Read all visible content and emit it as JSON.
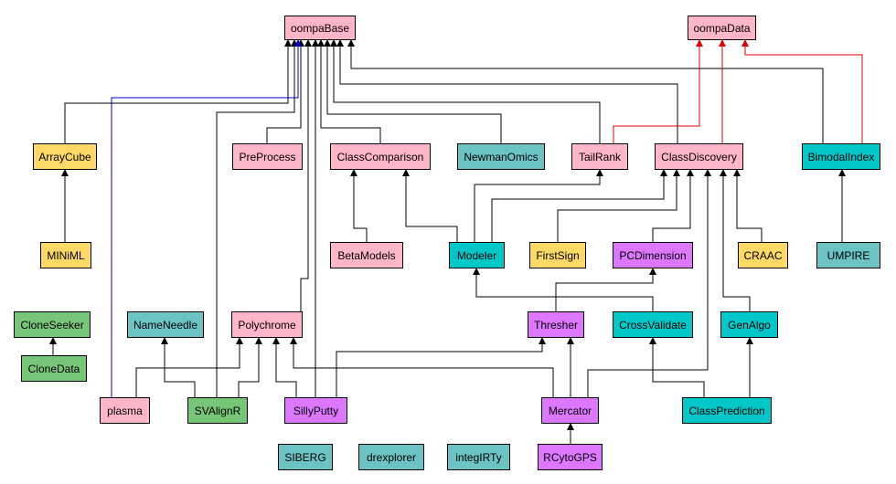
{
  "colors": {
    "pink": "#ffb6c8",
    "yellow": "#ffd966",
    "teal": "#6cc3c3",
    "cyan": "#00c8c8",
    "magenta": "#dd77ff",
    "green": "#77c577",
    "edge_black": "#000000",
    "edge_red": "#e00000",
    "edge_blue": "#0000cc"
  },
  "nodes": [
    {
      "id": "oompaBase",
      "label": "oompaBase",
      "color": "pink"
    },
    {
      "id": "oompaData",
      "label": "oompaData",
      "color": "pink"
    },
    {
      "id": "ArrayCube",
      "label": "ArrayCube",
      "color": "yellow"
    },
    {
      "id": "PreProcess",
      "label": "PreProcess",
      "color": "pink"
    },
    {
      "id": "ClassComparison",
      "label": "ClassComparison",
      "color": "pink"
    },
    {
      "id": "NewmanOmics",
      "label": "NewmanOmics",
      "color": "teal"
    },
    {
      "id": "TailRank",
      "label": "TailRank",
      "color": "pink"
    },
    {
      "id": "ClassDiscovery",
      "label": "ClassDiscovery",
      "color": "pink"
    },
    {
      "id": "BimodalIndex",
      "label": "BimodalIndex",
      "color": "cyan"
    },
    {
      "id": "MINiML",
      "label": "MINiML",
      "color": "yellow"
    },
    {
      "id": "BetaModels",
      "label": "BetaModels",
      "color": "pink"
    },
    {
      "id": "Modeler",
      "label": "Modeler",
      "color": "cyan"
    },
    {
      "id": "FirstSign",
      "label": "FirstSign",
      "color": "yellow"
    },
    {
      "id": "PCDimension",
      "label": "PCDimension",
      "color": "magenta"
    },
    {
      "id": "CRAAC",
      "label": "CRAAC",
      "color": "yellow"
    },
    {
      "id": "UMPIRE",
      "label": "UMPIRE",
      "color": "teal"
    },
    {
      "id": "CloneSeeker",
      "label": "CloneSeeker",
      "color": "green"
    },
    {
      "id": "CloneData",
      "label": "CloneData",
      "color": "green"
    },
    {
      "id": "NameNeedle",
      "label": "NameNeedle",
      "color": "teal"
    },
    {
      "id": "Polychrome",
      "label": "Polychrome",
      "color": "pink"
    },
    {
      "id": "Thresher",
      "label": "Thresher",
      "color": "magenta"
    },
    {
      "id": "CrossValidate",
      "label": "CrossValidate",
      "color": "cyan"
    },
    {
      "id": "GenAlgo",
      "label": "GenAlgo",
      "color": "cyan"
    },
    {
      "id": "plasma",
      "label": "plasma",
      "color": "pink"
    },
    {
      "id": "SVAlignR",
      "label": "SVAlignR",
      "color": "green"
    },
    {
      "id": "SillyPutty",
      "label": "SillyPutty",
      "color": "magenta"
    },
    {
      "id": "Mercator",
      "label": "Mercator",
      "color": "magenta"
    },
    {
      "id": "ClassPrediction",
      "label": "ClassPrediction",
      "color": "cyan"
    },
    {
      "id": "SIBERG",
      "label": "SIBERG",
      "color": "teal"
    },
    {
      "id": "drexplorer",
      "label": "drexplorer",
      "color": "teal"
    },
    {
      "id": "integIRTy",
      "label": "integIRTy",
      "color": "teal"
    },
    {
      "id": "RCytoGPS",
      "label": "RCytoGPS",
      "color": "magenta"
    }
  ],
  "edges": [
    {
      "from": "ArrayCube",
      "to": "oompaBase",
      "color": "edge_black"
    },
    {
      "from": "PreProcess",
      "to": "oompaBase",
      "color": "edge_black"
    },
    {
      "from": "ClassComparison",
      "to": "oompaBase",
      "color": "edge_black"
    },
    {
      "from": "NewmanOmics",
      "to": "oompaBase",
      "color": "edge_black"
    },
    {
      "from": "TailRank",
      "to": "oompaBase",
      "color": "edge_black"
    },
    {
      "from": "ClassDiscovery",
      "to": "oompaBase",
      "color": "edge_black"
    },
    {
      "from": "BimodalIndex",
      "to": "oompaBase",
      "color": "edge_black"
    },
    {
      "from": "Polychrome",
      "to": "oompaBase",
      "color": "edge_black"
    },
    {
      "from": "SVAlignR",
      "to": "oompaBase",
      "color": "edge_black"
    },
    {
      "from": "SillyPutty",
      "to": "oompaBase",
      "color": "edge_black"
    },
    {
      "from": "plasma",
      "to": "oompaBase",
      "color": "edge_blue"
    },
    {
      "from": "TailRank",
      "to": "oompaData",
      "color": "edge_red"
    },
    {
      "from": "ClassDiscovery",
      "to": "oompaData",
      "color": "edge_red"
    },
    {
      "from": "BimodalIndex",
      "to": "oompaData",
      "color": "edge_red"
    },
    {
      "from": "MINiML",
      "to": "ArrayCube",
      "color": "edge_black"
    },
    {
      "from": "BetaModels",
      "to": "ClassComparison",
      "color": "edge_black"
    },
    {
      "from": "Modeler",
      "to": "ClassComparison",
      "color": "edge_black"
    },
    {
      "from": "Modeler",
      "to": "TailRank",
      "color": "edge_black"
    },
    {
      "from": "Modeler",
      "to": "ClassDiscovery",
      "color": "edge_black"
    },
    {
      "from": "FirstSign",
      "to": "ClassDiscovery",
      "color": "edge_black"
    },
    {
      "from": "PCDimension",
      "to": "ClassDiscovery",
      "color": "edge_black"
    },
    {
      "from": "CRAAC",
      "to": "ClassDiscovery",
      "color": "edge_black"
    },
    {
      "from": "GenAlgo",
      "to": "ClassDiscovery",
      "color": "edge_black"
    },
    {
      "from": "Mercator",
      "to": "ClassDiscovery",
      "color": "edge_black"
    },
    {
      "from": "UMPIRE",
      "to": "BimodalIndex",
      "color": "edge_black"
    },
    {
      "from": "CloneData",
      "to": "CloneSeeker",
      "color": "edge_black"
    },
    {
      "from": "CrossValidate",
      "to": "Modeler",
      "color": "edge_black"
    },
    {
      "from": "Thresher",
      "to": "PCDimension",
      "color": "edge_black"
    },
    {
      "from": "SVAlignR",
      "to": "NameNeedle",
      "color": "edge_black"
    },
    {
      "from": "SVAlignR",
      "to": "Polychrome",
      "color": "edge_black"
    },
    {
      "from": "plasma",
      "to": "Polychrome",
      "color": "edge_black"
    },
    {
      "from": "SillyPutty",
      "to": "Polychrome",
      "color": "edge_black"
    },
    {
      "from": "Mercator",
      "to": "Polychrome",
      "color": "edge_black"
    },
    {
      "from": "SillyPutty",
      "to": "Thresher",
      "color": "edge_black"
    },
    {
      "from": "Mercator",
      "to": "Thresher",
      "color": "edge_black"
    },
    {
      "from": "ClassPrediction",
      "to": "CrossValidate",
      "color": "edge_black"
    },
    {
      "from": "ClassPrediction",
      "to": "GenAlgo",
      "color": "edge_black"
    },
    {
      "from": "RCytoGPS",
      "to": "Mercator",
      "color": "edge_black"
    }
  ]
}
